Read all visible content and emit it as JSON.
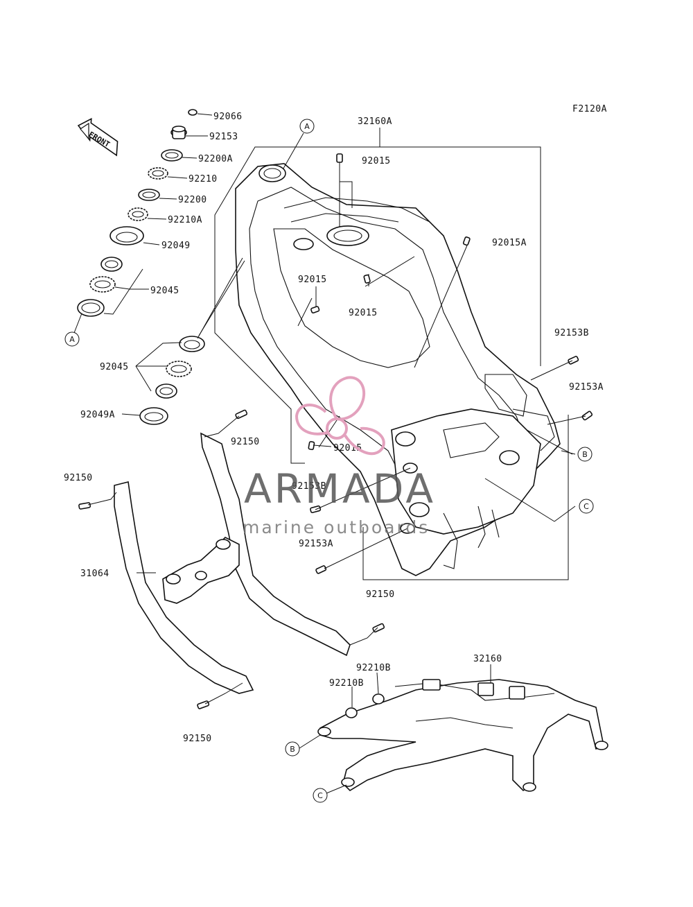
{
  "diagram": {
    "figure_code": "F2120A",
    "front_label": "FRONT",
    "callouts": {
      "a": "A",
      "b": "B",
      "c": "C"
    },
    "labels": {
      "p92066": "92066",
      "p92153": "92153",
      "p92200a": "92200A",
      "p92210": "92210",
      "p92200": "92200",
      "p92210a": "92210A",
      "p92049": "92049",
      "p92045": "92045",
      "p92045_lower": "92045",
      "p92049a": "92049A",
      "p32160a": "32160A",
      "p92015_top": "92015",
      "p92015a": "92015A",
      "p92015_left": "92015",
      "p92015_mid": "92015",
      "p92015_low": "92015",
      "p92153b_right": "92153B",
      "p92153a_right": "92153A",
      "p92150_mid": "92150",
      "p92150_left": "92150",
      "p92153b_left": "92153B",
      "p92153a_left": "92153A",
      "p31064": "31064",
      "p92150_right": "92150",
      "p92150_bottom": "92150",
      "p32160": "32160",
      "p92210b_1": "92210B",
      "p92210b_2": "92210B"
    }
  },
  "watermark": {
    "brand": "ARMADA",
    "tagline": "marine outboards",
    "color": "#e3a1bd"
  }
}
